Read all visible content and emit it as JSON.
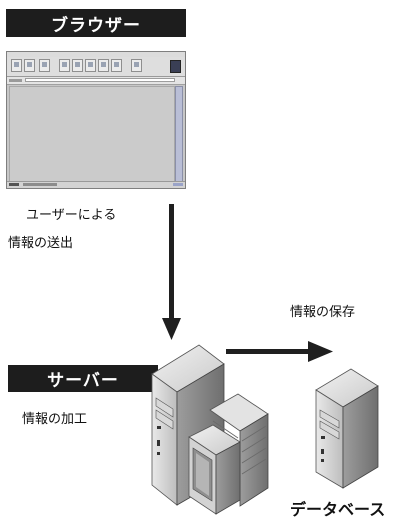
{
  "browser": {
    "label": "ブラウザー"
  },
  "server": {
    "label": "サーバー"
  },
  "arrow_browser_to_server": {
    "line1": "ユーザーによる",
    "line2": "情報の送出"
  },
  "server_caption": "情報の加工",
  "arrow_server_to_db": {
    "caption": "情報の保存"
  },
  "database": {
    "label": "データベース"
  }
}
